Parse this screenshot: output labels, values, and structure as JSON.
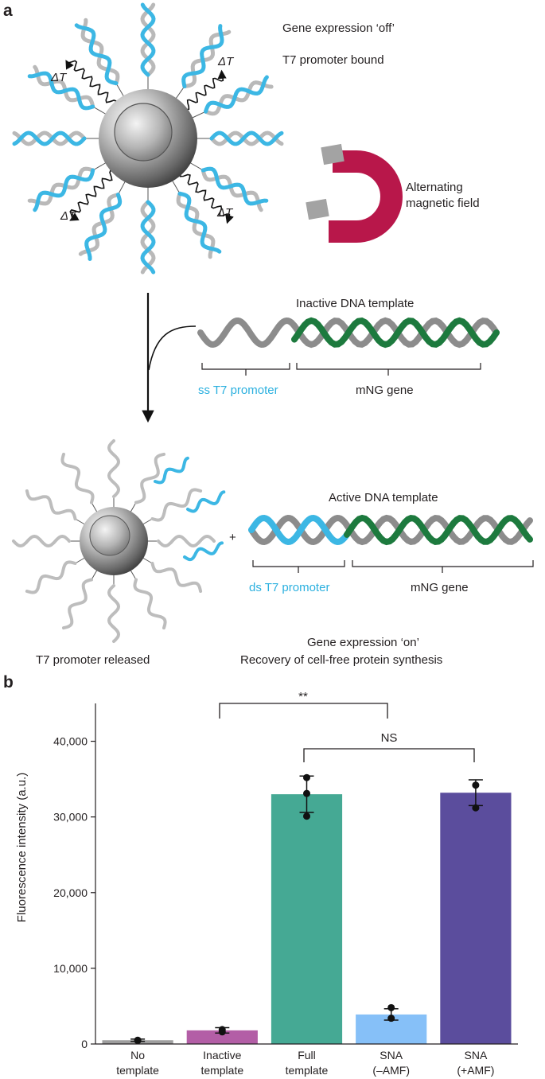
{
  "panel_a": {
    "label": "a",
    "state_off_line1": "Gene expression ‘off’",
    "state_off_line2": "T7 promoter bound",
    "delta_t": "ΔT",
    "field_line1": "Alternating",
    "field_line2": "magnetic field",
    "inactive_title": "Inactive DNA template",
    "ss_promoter": "ss T7 promoter",
    "gene_label": "mNG gene",
    "plus": "+",
    "active_title": "Active DNA template",
    "ds_promoter": "ds T7 promoter",
    "released": "T7 promoter released",
    "state_on_line1": "Gene expression ‘on’",
    "state_on_line2": "Recovery of cell-free protein synthesis",
    "colors": {
      "promoter_blue": "#3cb7e4",
      "gene_green": "#1d7a3e",
      "strand_gray": "#8c8c8c",
      "magnet_red": "#b8174a"
    }
  },
  "panel_b": {
    "label": "b",
    "sig1": "**",
    "sig2": "NS"
  },
  "chart_data": {
    "type": "bar",
    "categories_line1": [
      "No",
      "Inactive",
      "Full",
      "SNA",
      "SNA"
    ],
    "categories_line2": [
      "template",
      "template",
      "template",
      "(–AMF)",
      "(+AMF)"
    ],
    "values": [
      500,
      1800,
      33000,
      3900,
      33200
    ],
    "error": [
      150,
      350,
      2400,
      750,
      1700
    ],
    "points": [
      [
        500,
        450
      ],
      [
        1900,
        1600
      ],
      [
        35200,
        33100,
        30100
      ],
      [
        4800,
        3400
      ],
      [
        34200,
        31200
      ]
    ],
    "colors": [
      "#9e9e9e",
      "#b35ea6",
      "#45a994",
      "#86c0f8",
      "#5b4d9d"
    ],
    "ylabel": "Fluorescence intensity (a.u.)",
    "ylim": [
      0,
      45000
    ],
    "yticks": [
      0,
      10000,
      20000,
      30000,
      40000
    ],
    "ytick_labels": [
      "0",
      "10,000",
      "20,000",
      "30,000",
      "40,000"
    ]
  }
}
